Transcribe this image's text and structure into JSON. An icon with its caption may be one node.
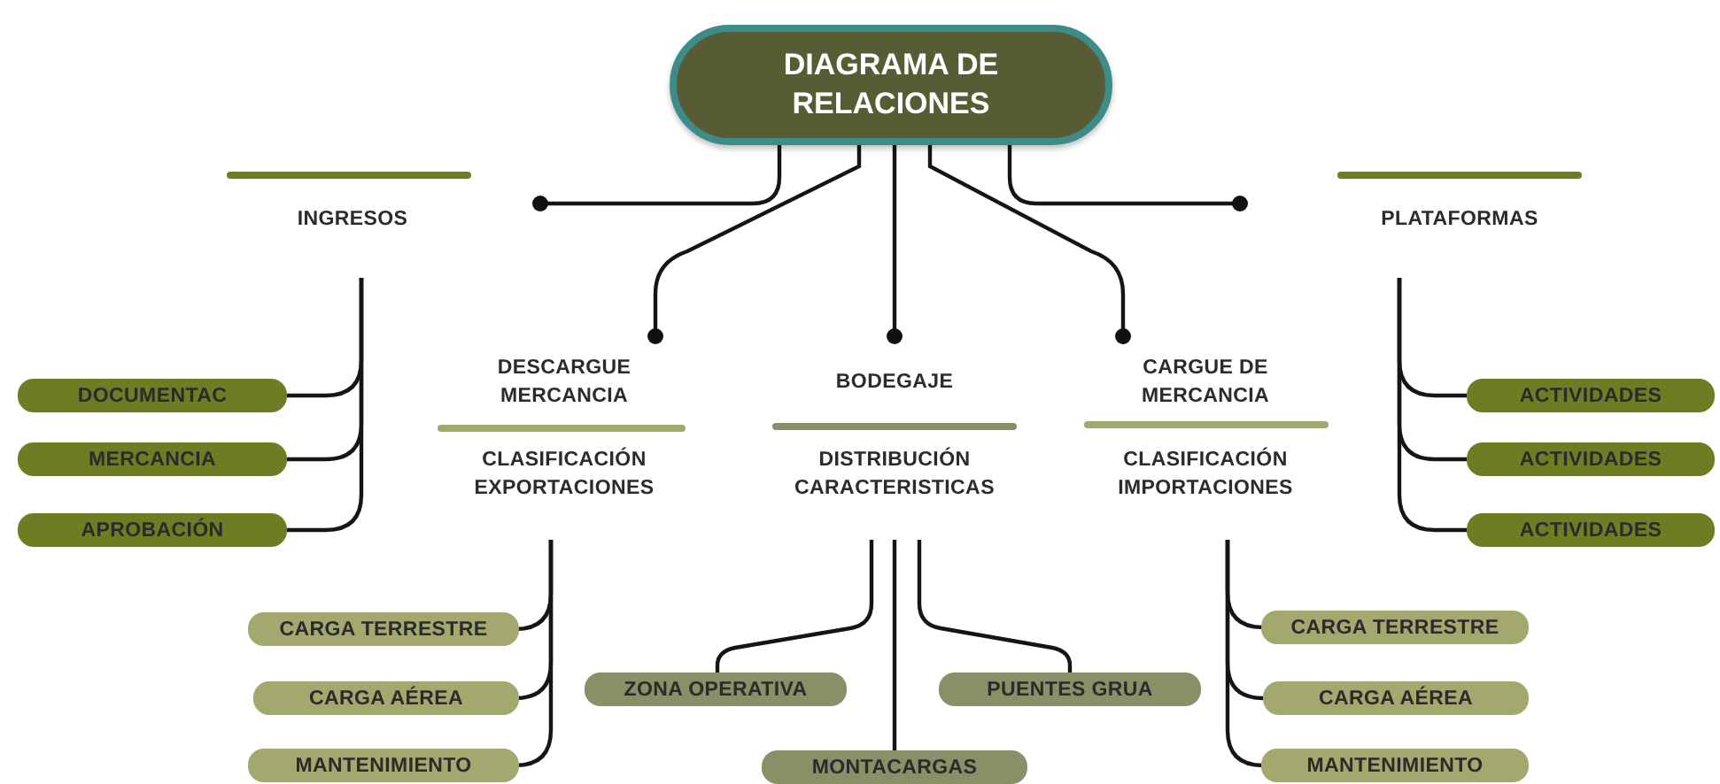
{
  "diagram": {
    "nodes": [
      {
        "text": [
          "DIAGRAMA DE RELACIONES"
        ]
      },
      {
        "text": [
          "INGRESOS"
        ]
      },
      {
        "text": [
          "DESCARGUE MERCANCIA",
          "CLASIFICACIÓN EXPORTACIONES"
        ]
      },
      {
        "text": [
          "BODEGAJE",
          "DISTRIBUCIÓN CARACTERISTICAS"
        ]
      },
      {
        "text": [
          "CARGUE DE MERCANCIA",
          "CLASIFICACIÓN IMPORTACIONES"
        ]
      },
      {
        "text": [
          "PLATAFORMAS"
        ]
      },
      {
        "text": [
          "DOCUMENTAC"
        ]
      },
      {
        "text": [
          "MERCANCIA"
        ]
      },
      {
        "text": [
          "APROBACIÓN"
        ]
      },
      {
        "text": [
          "ACTIVIDADES"
        ]
      },
      {
        "text": [
          "ACTIVIDADES"
        ]
      },
      {
        "text": [
          "ACTIVIDADES"
        ]
      },
      {
        "text": [
          "CARGA TERRESTRE"
        ]
      },
      {
        "text": [
          "CARGA AÉREA"
        ]
      },
      {
        "text": [
          "MANTENIMIENTO"
        ]
      },
      {
        "text": [
          "ZONA OPERATIVA"
        ]
      },
      {
        "text": [
          "MONTACARGAS"
        ]
      },
      {
        "text": [
          "PUENTES GRUA"
        ]
      },
      {
        "text": [
          "CARGA TERRESTRE"
        ]
      },
      {
        "text": [
          "CARGA AÉREA"
        ]
      },
      {
        "text": [
          "MANTENIMIENTO"
        ]
      }
    ],
    "edges": [
      {
        "from": 0,
        "to": 1,
        "arrow": "other"
      },
      {
        "from": 0,
        "to": 2,
        "arrow": "other"
      },
      {
        "from": 0,
        "to": 3,
        "arrow": "other"
      },
      {
        "from": 0,
        "to": 4,
        "arrow": "other"
      },
      {
        "from": 0,
        "to": 5,
        "arrow": "other"
      },
      {
        "from": 1,
        "to": 6,
        "arrow": "none"
      },
      {
        "from": 1,
        "to": 7,
        "arrow": "none"
      },
      {
        "from": 1,
        "to": 8,
        "arrow": "none"
      },
      {
        "from": 5,
        "to": 9,
        "arrow": "none"
      },
      {
        "from": 5,
        "to": 10,
        "arrow": "none"
      },
      {
        "from": 5,
        "to": 11,
        "arrow": "none"
      },
      {
        "from": 2,
        "to": 12,
        "arrow": "none"
      },
      {
        "from": 2,
        "to": 13,
        "arrow": "none"
      },
      {
        "from": 2,
        "to": 14,
        "arrow": "none"
      },
      {
        "from": 3,
        "to": 15,
        "arrow": "none"
      },
      {
        "from": 3,
        "to": 16,
        "arrow": "none"
      },
      {
        "from": 3,
        "to": 17,
        "arrow": "none"
      },
      {
        "from": 4,
        "to": 18,
        "arrow": "none"
      },
      {
        "from": 4,
        "to": 19,
        "arrow": "none"
      },
      {
        "from": 4,
        "to": 20,
        "arrow": "none"
      }
    ]
  }
}
